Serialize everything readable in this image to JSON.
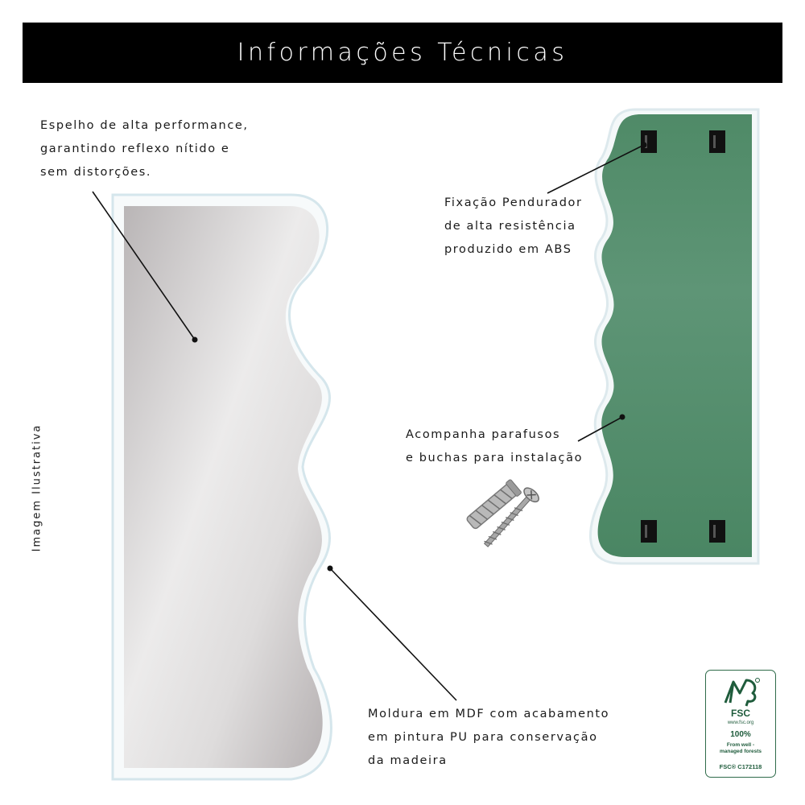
{
  "header": {
    "title": "Informações Técnicas"
  },
  "notes": {
    "mirror": [
      "Espelho de alta performance,",
      "garantindo reflexo nítido e",
      "sem distorções."
    ],
    "hanger": [
      "Fixação Pendurador",
      "de alta resistência",
      "produzido em ABS"
    ],
    "screws": [
      "Acompanha parafusos",
      "e buchas para instalação"
    ],
    "frame": [
      "Moldura em MDF com acabamento",
      "em pintura PU para conservação",
      "da madeira"
    ]
  },
  "side_label": "Imagem Ilustrativa",
  "fsc_badge": {
    "brand": "FSC",
    "site": "www.fsc.org",
    "percent": "100%",
    "line1": "From well -",
    "line2": "managed forests",
    "license": "FSC® C172118"
  },
  "colors": {
    "banner": "#000000",
    "mirror_back": "#4f8c68",
    "fsc_green": "#1f5c3c"
  }
}
